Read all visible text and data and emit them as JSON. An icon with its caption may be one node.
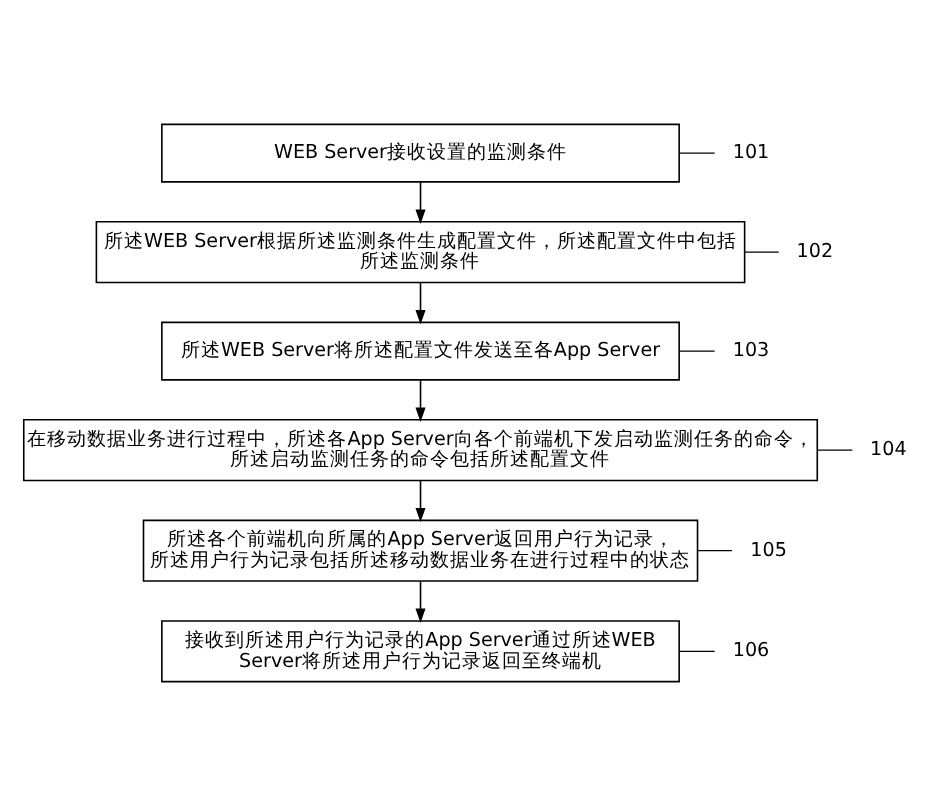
{
  "diagram": {
    "nodes": [
      {
        "text": [
          "WEB Server接收设置的监测条件"
        ],
        "beside": [
          "101"
        ]
      },
      {
        "text": [
          "所述WEB Server根据所述监测条件生成配置文件，所述配置文件中包括所述监测条件"
        ],
        "beside": [
          "102"
        ]
      },
      {
        "text": [
          "所述WEB Server将所述配置文件发送至各App Server"
        ],
        "beside": [
          "103"
        ]
      },
      {
        "text": [
          "在移动数据业务进行过程中，所述各App Server向各个前端机下发启动监测任务的命令，所述启动监测任务的命令包括所述配置文件"
        ],
        "beside": [
          "104"
        ]
      },
      {
        "text": [
          "所述各个前端机向所属的App Server返回用户行为记录，所述用户行为记录包括所述移动数据业务在进行过程中的状态"
        ],
        "beside": [
          "105"
        ]
      },
      {
        "text": [
          "接收到所述用户行为记录的App Server通过所述WEB Server将所述用户行为记录返回至终端机"
        ],
        "beside": [
          "106"
        ]
      }
    ],
    "edges": [
      {
        "from": 0,
        "to": 1,
        "arrow": "to"
      },
      {
        "from": 1,
        "to": 2,
        "arrow": "to"
      },
      {
        "from": 2,
        "to": 3,
        "arrow": "to"
      },
      {
        "from": 3,
        "to": 4,
        "arrow": "to"
      },
      {
        "from": 4,
        "to": 5,
        "arrow": "to"
      }
    ]
  }
}
